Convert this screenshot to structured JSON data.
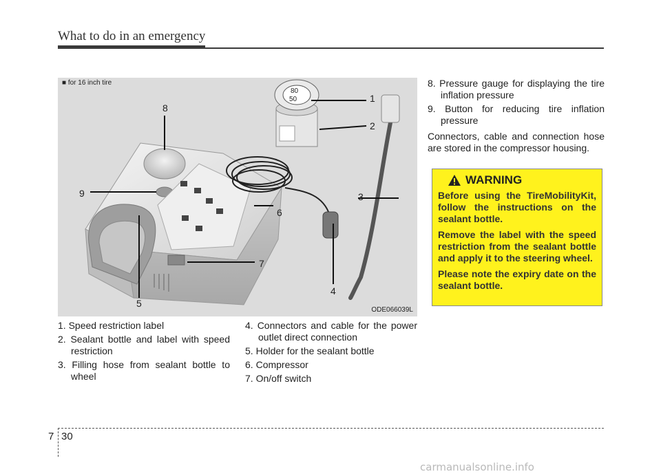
{
  "header": {
    "title": "What to do in an emergency"
  },
  "figure": {
    "caption": "■ for 16 inch tire",
    "code": "ODE066039L",
    "callouts": [
      "1",
      "2",
      "3",
      "4",
      "5",
      "6",
      "7",
      "8",
      "9"
    ],
    "bottle_gauge": [
      "80",
      "50"
    ]
  },
  "legend_col1": [
    {
      "num": "1.",
      "text": "Speed restriction label"
    },
    {
      "num": "2.",
      "text": "Sealant bottle and label with speed restriction"
    },
    {
      "num": "3.",
      "text": "Filling hose from sealant bottle to wheel"
    }
  ],
  "legend_col2": [
    {
      "num": "4.",
      "text": "Connectors and cable for the power outlet direct connection"
    },
    {
      "num": "5.",
      "text": "Holder for the sealant bottle"
    },
    {
      "num": "6.",
      "text": "Compressor"
    },
    {
      "num": "7.",
      "text": "On/off switch"
    }
  ],
  "legend_col3": [
    {
      "num": "8.",
      "text": "Pressure gauge for displaying the tire inflation pressure"
    },
    {
      "num": "9.",
      "text": "Button for reducing tire inflation pressure"
    }
  ],
  "storage_note": "Connectors, cable and connection hose are stored in the compressor housing.",
  "warning": {
    "title": "WARNING",
    "paragraphs": [
      "Before using the TireMobilityKit, follow the instructions on the sealant bottle.",
      "Remove the label with the speed restriction from the sealant bottle and apply it to the steering wheel.",
      "Please note the expiry date on the sealant bottle."
    ]
  },
  "footer": {
    "chapter": "7",
    "page": "30"
  },
  "watermark": "carmanualsonline.info"
}
